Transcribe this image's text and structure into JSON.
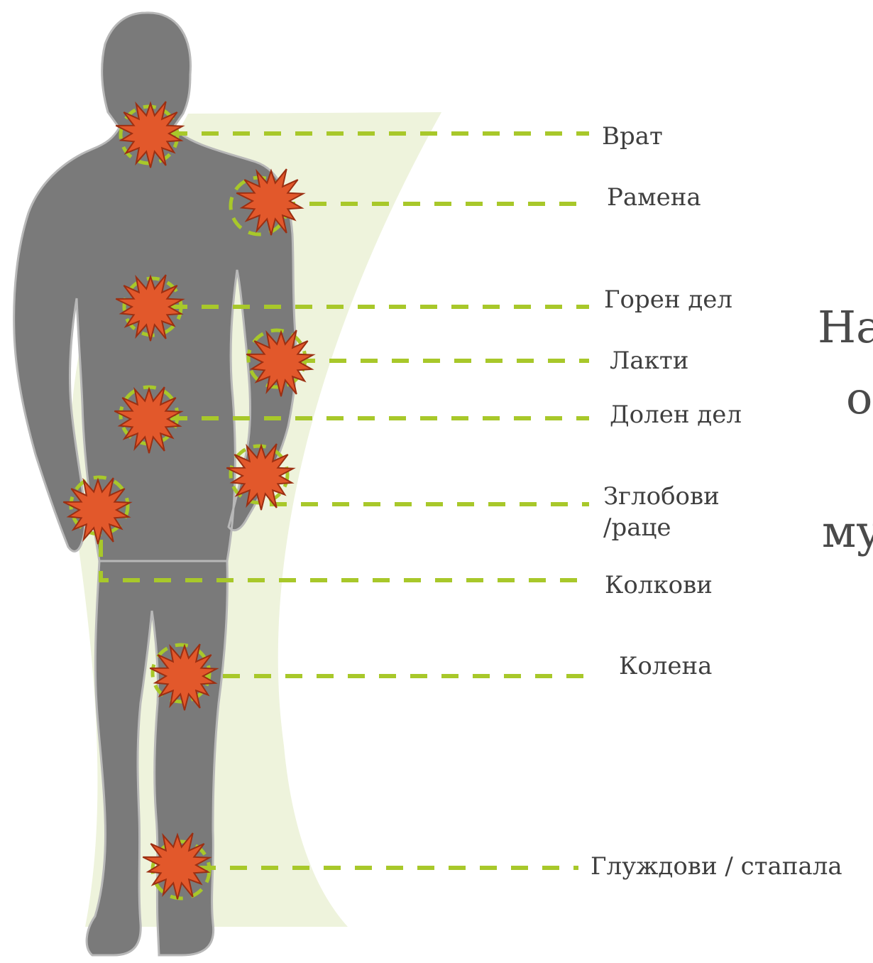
{
  "labels": [
    {
      "id": "neck",
      "text": "Врат"
    },
    {
      "id": "shoulders",
      "text": "Рамена"
    },
    {
      "id": "upper-back",
      "text": "Горен дел"
    },
    {
      "id": "elbows",
      "text": "Лакти"
    },
    {
      "id": "lower-back",
      "text": "Долен дел"
    },
    {
      "id": "wrists-hands",
      "text": "Зглобови\n/раце"
    },
    {
      "id": "hips",
      "text": "Колкови"
    },
    {
      "id": "knees",
      "text": "Колена"
    },
    {
      "id": "ankles-feet",
      "text": "Глуждови / стапала"
    }
  ],
  "title_fragments": [
    "На",
    "о",
    "му"
  ],
  "colors": {
    "silhouette": "#7a7a7a",
    "band": "#eef3dc",
    "dash": "#a8c82a",
    "burst_fill": "#e2582b",
    "burst_stroke": "#9b2f12",
    "text": "#3f3f3f"
  },
  "icons": [
    "human-silhouette",
    "pain-burst-icon"
  ]
}
